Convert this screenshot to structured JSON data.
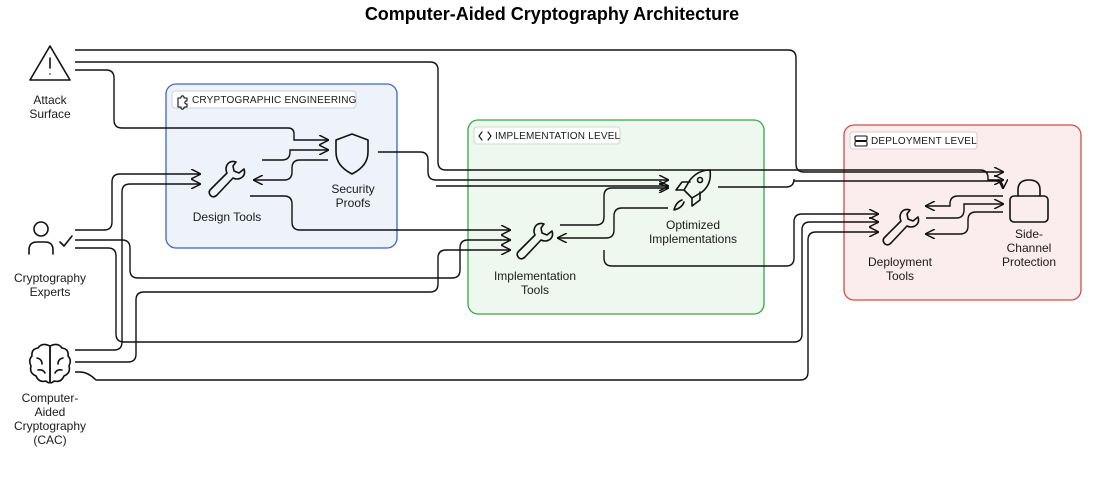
{
  "title": "Computer-Aided Cryptography Architecture",
  "groups": {
    "engineering": {
      "label": "CRYPTOGRAPHIC ENGINEERING",
      "color": "#3a66c4",
      "fill": "#eef2fb"
    },
    "implementation": {
      "label": "IMPLEMENTATION LEVEL",
      "color": "#3aa64a",
      "fill": "#eef8ee"
    },
    "deployment": {
      "label": "DEPLOYMENT LEVEL",
      "color": "#d84a4a",
      "fill": "#fbeded"
    }
  },
  "actors": {
    "attack": {
      "line1": "Attack",
      "line2": "Surface",
      "icon": "warning-triangle-icon"
    },
    "experts": {
      "line1": "Cryptography",
      "line2": "Experts",
      "icon": "user-check-icon"
    },
    "cac": {
      "line1": "Computer-",
      "line2": "Aided",
      "line3": "Cryptography",
      "line4": "(CAC)",
      "icon": "brain-icon"
    }
  },
  "nodes": {
    "design": {
      "line1": "Design Tools",
      "icon": "wrench-icon"
    },
    "proofs": {
      "line1": "Security",
      "line2": "Proofs",
      "icon": "shield-icon"
    },
    "optimized": {
      "line1": "Optimized",
      "line2": "Implementations",
      "icon": "rocket-icon"
    },
    "impltools": {
      "line1": "Implementation",
      "line2": "Tools",
      "icon": "wrench-icon"
    },
    "deploytools": {
      "line1": "Deployment",
      "line2": "Tools",
      "icon": "wrench-icon"
    },
    "sidechannel": {
      "line1": "Side-",
      "line2": "Channel",
      "line3": "Protection",
      "icon": "lock-icon"
    }
  }
}
